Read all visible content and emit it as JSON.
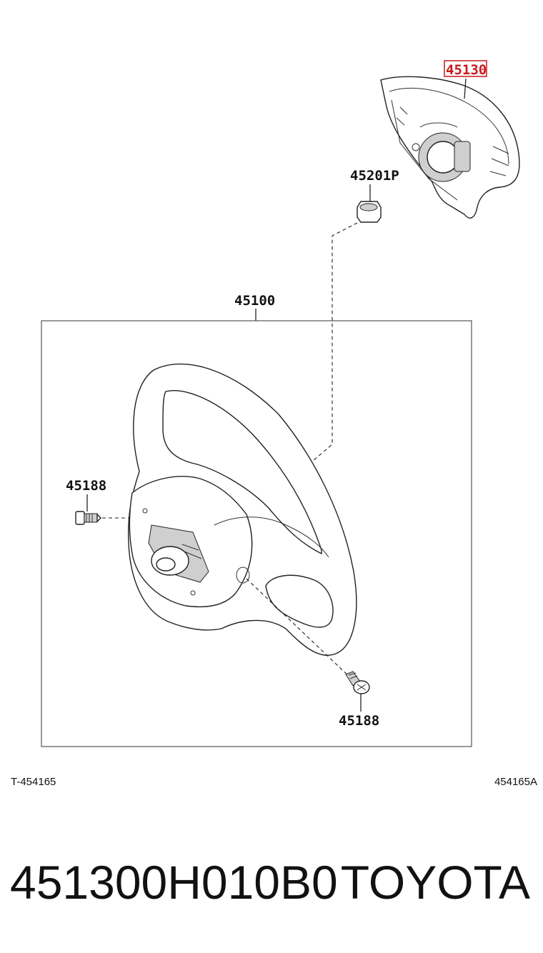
{
  "parts": {
    "airbag": "45130",
    "nut": "45201P",
    "wheel": "45100",
    "screw_left": "45188",
    "screw_bottom": "45188"
  },
  "footer": {
    "left_code": "T-454165",
    "right_code": "454165A"
  },
  "caption": {
    "part_number": "451300H010B0",
    "brand": "TOYOTA"
  },
  "colors": {
    "highlight": "#c8191e",
    "line": "#222222"
  }
}
